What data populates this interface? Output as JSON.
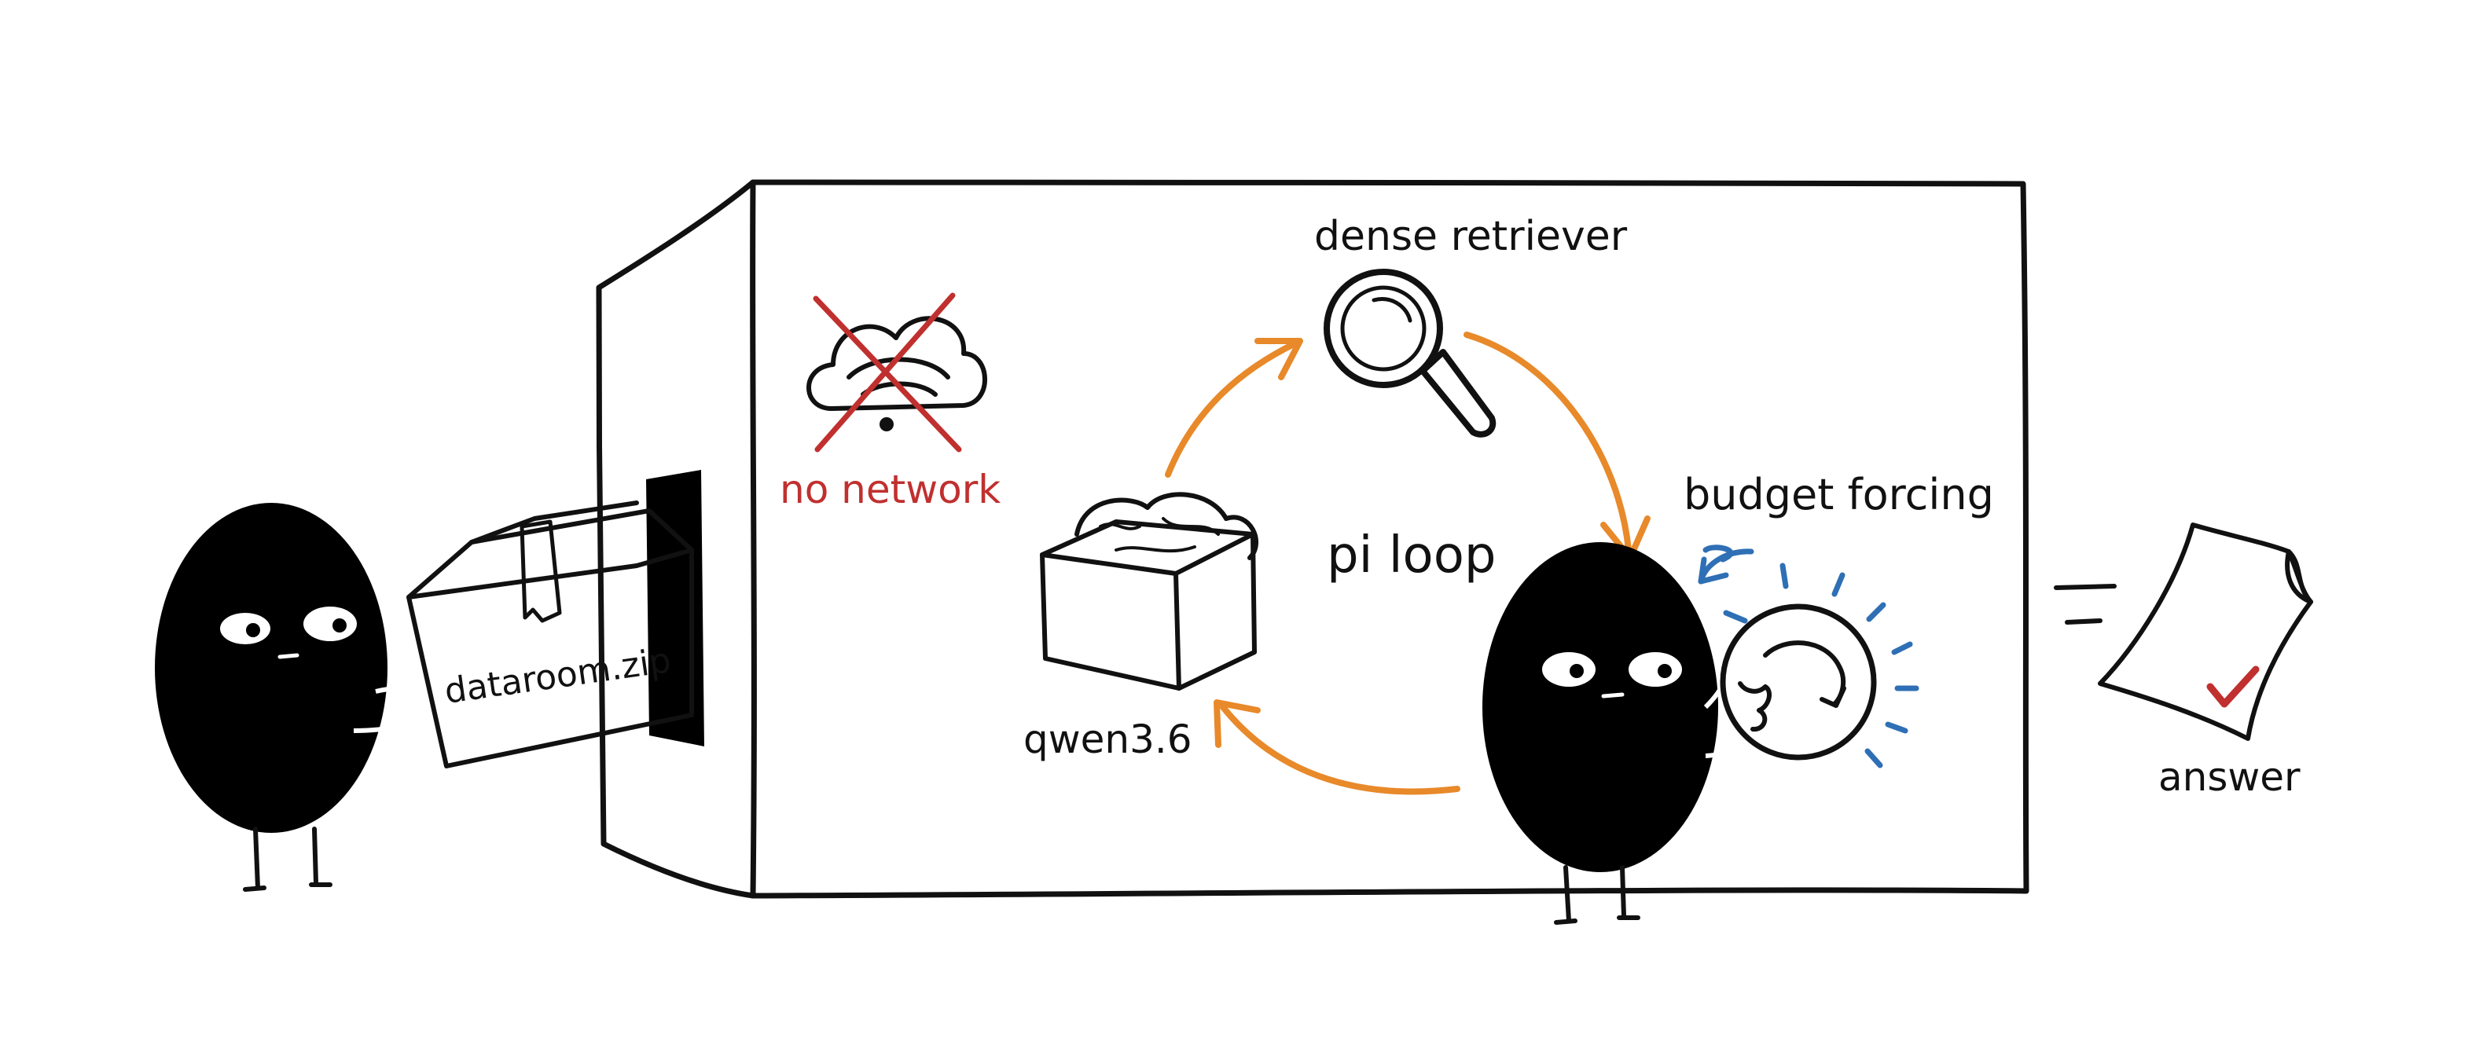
{
  "labels": {
    "zip": "dataroom.zip",
    "no_network": "no network",
    "dense_retriever": "dense retriever",
    "pi_loop": "pi loop",
    "model": "qwen3.6",
    "budget_forcing": "budget forcing",
    "answer": "answer"
  },
  "colors": {
    "ink": "#111111",
    "creature": "#000000",
    "loop_arrow": "#e8892a",
    "no_network_red": "#c0302f",
    "budget_blue": "#2f6fb5",
    "check_red": "#c0302f"
  },
  "icons": [
    "creature-left",
    "box",
    "sandbox-container",
    "no-wifi-cloud-icon",
    "magnifier-icon",
    "brain-box-icon",
    "creature-right",
    "timer-icon",
    "document-icon",
    "checkmark-icon"
  ]
}
